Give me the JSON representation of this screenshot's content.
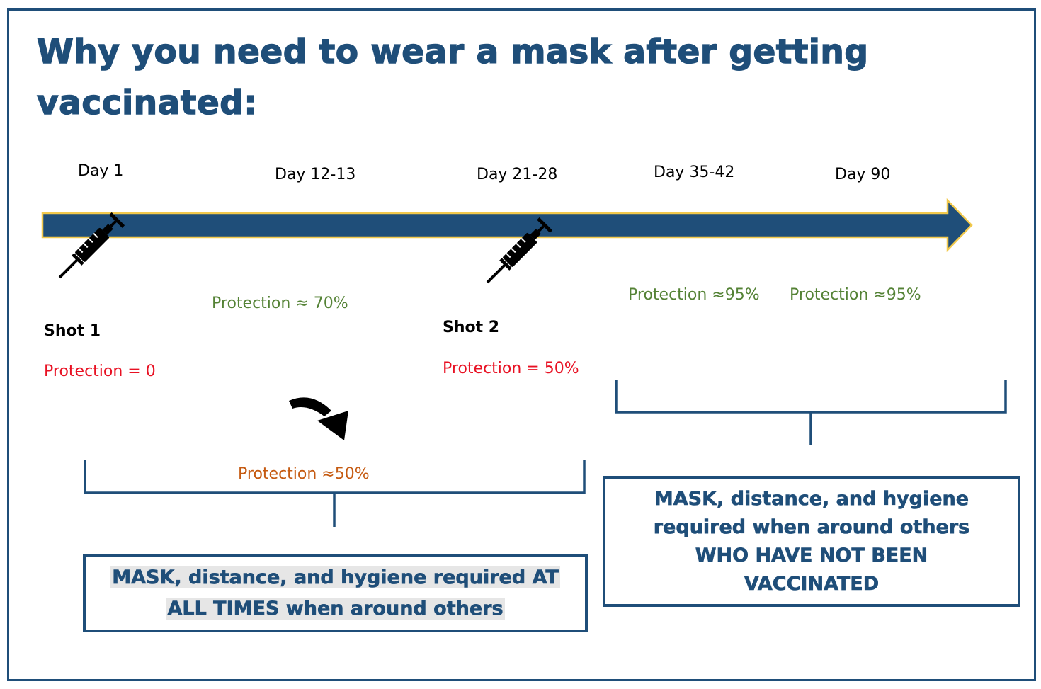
{
  "title": "Why you need to wear a mask after getting vaccinated:",
  "timeline": {
    "days": [
      "Day 1",
      "Day 12-13",
      "Day 21-28",
      "Day 35-42",
      "Day 90"
    ]
  },
  "shots": {
    "shot1": {
      "label": "Shot 1",
      "protection": "Protection = 0"
    },
    "shot2": {
      "label": "Shot 2",
      "protection": "Protection = 50%"
    }
  },
  "protection_levels": {
    "day12": "Protection ≈ 70%",
    "day35": "Protection ≈95%",
    "day90": "Protection ≈95%",
    "bracket_left": "Protection ≈50%"
  },
  "boxes": {
    "left_line1": "MASK, distance, and hygiene required AT",
    "left_line2": "ALL TIMES when around others",
    "right_line1": "MASK, distance, and hygiene",
    "right_line2": "required when around others",
    "right_line3": "WHO HAVE NOT BEEN",
    "right_line4": "VACCINATED"
  },
  "colors": {
    "navy": "#1f4e79",
    "arrow_outline": "#f2c94c",
    "green": "#548235",
    "red": "#e81123",
    "orange": "#c55a11"
  },
  "icons": [
    "syringe-icon",
    "syringe-icon",
    "curved-arrow-icon"
  ]
}
